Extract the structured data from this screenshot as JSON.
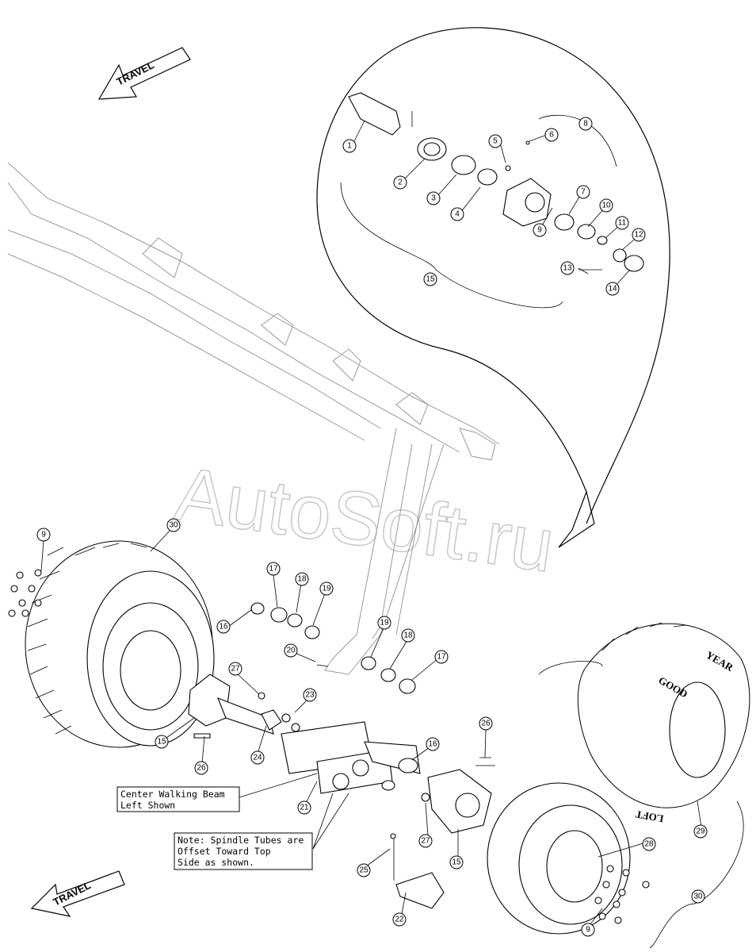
{
  "travel_arrows": [
    {
      "label": "TRAVEL"
    },
    {
      "label": "TRAVEL"
    }
  ],
  "watermark": "AutoSoft.ru",
  "notes": {
    "center_beam": [
      "Center Walking Beam",
      "Left Shown"
    ],
    "spindle": [
      "Note: Spindle Tubes are",
      "Offset Toward Top",
      "Side as shown."
    ]
  },
  "tire_brand": {
    "line1": "GOOD",
    "line2": "YEAR",
    "line3": "LOFT"
  },
  "callouts": [
    "1",
    "2",
    "3",
    "4",
    "5",
    "6",
    "7",
    "8",
    "9",
    "10",
    "11",
    "12",
    "13",
    "14",
    "15",
    "9",
    "30",
    "17",
    "18",
    "19",
    "16",
    "20",
    "19",
    "18",
    "17",
    "27",
    "23",
    "15",
    "24",
    "26",
    "16",
    "21",
    "26",
    "27",
    "15",
    "25",
    "22",
    "28",
    "29",
    "30",
    "9"
  ],
  "colors": {
    "line": "#000000",
    "ghost": "#9a9a9a",
    "watermark": "#c8c8c8"
  }
}
